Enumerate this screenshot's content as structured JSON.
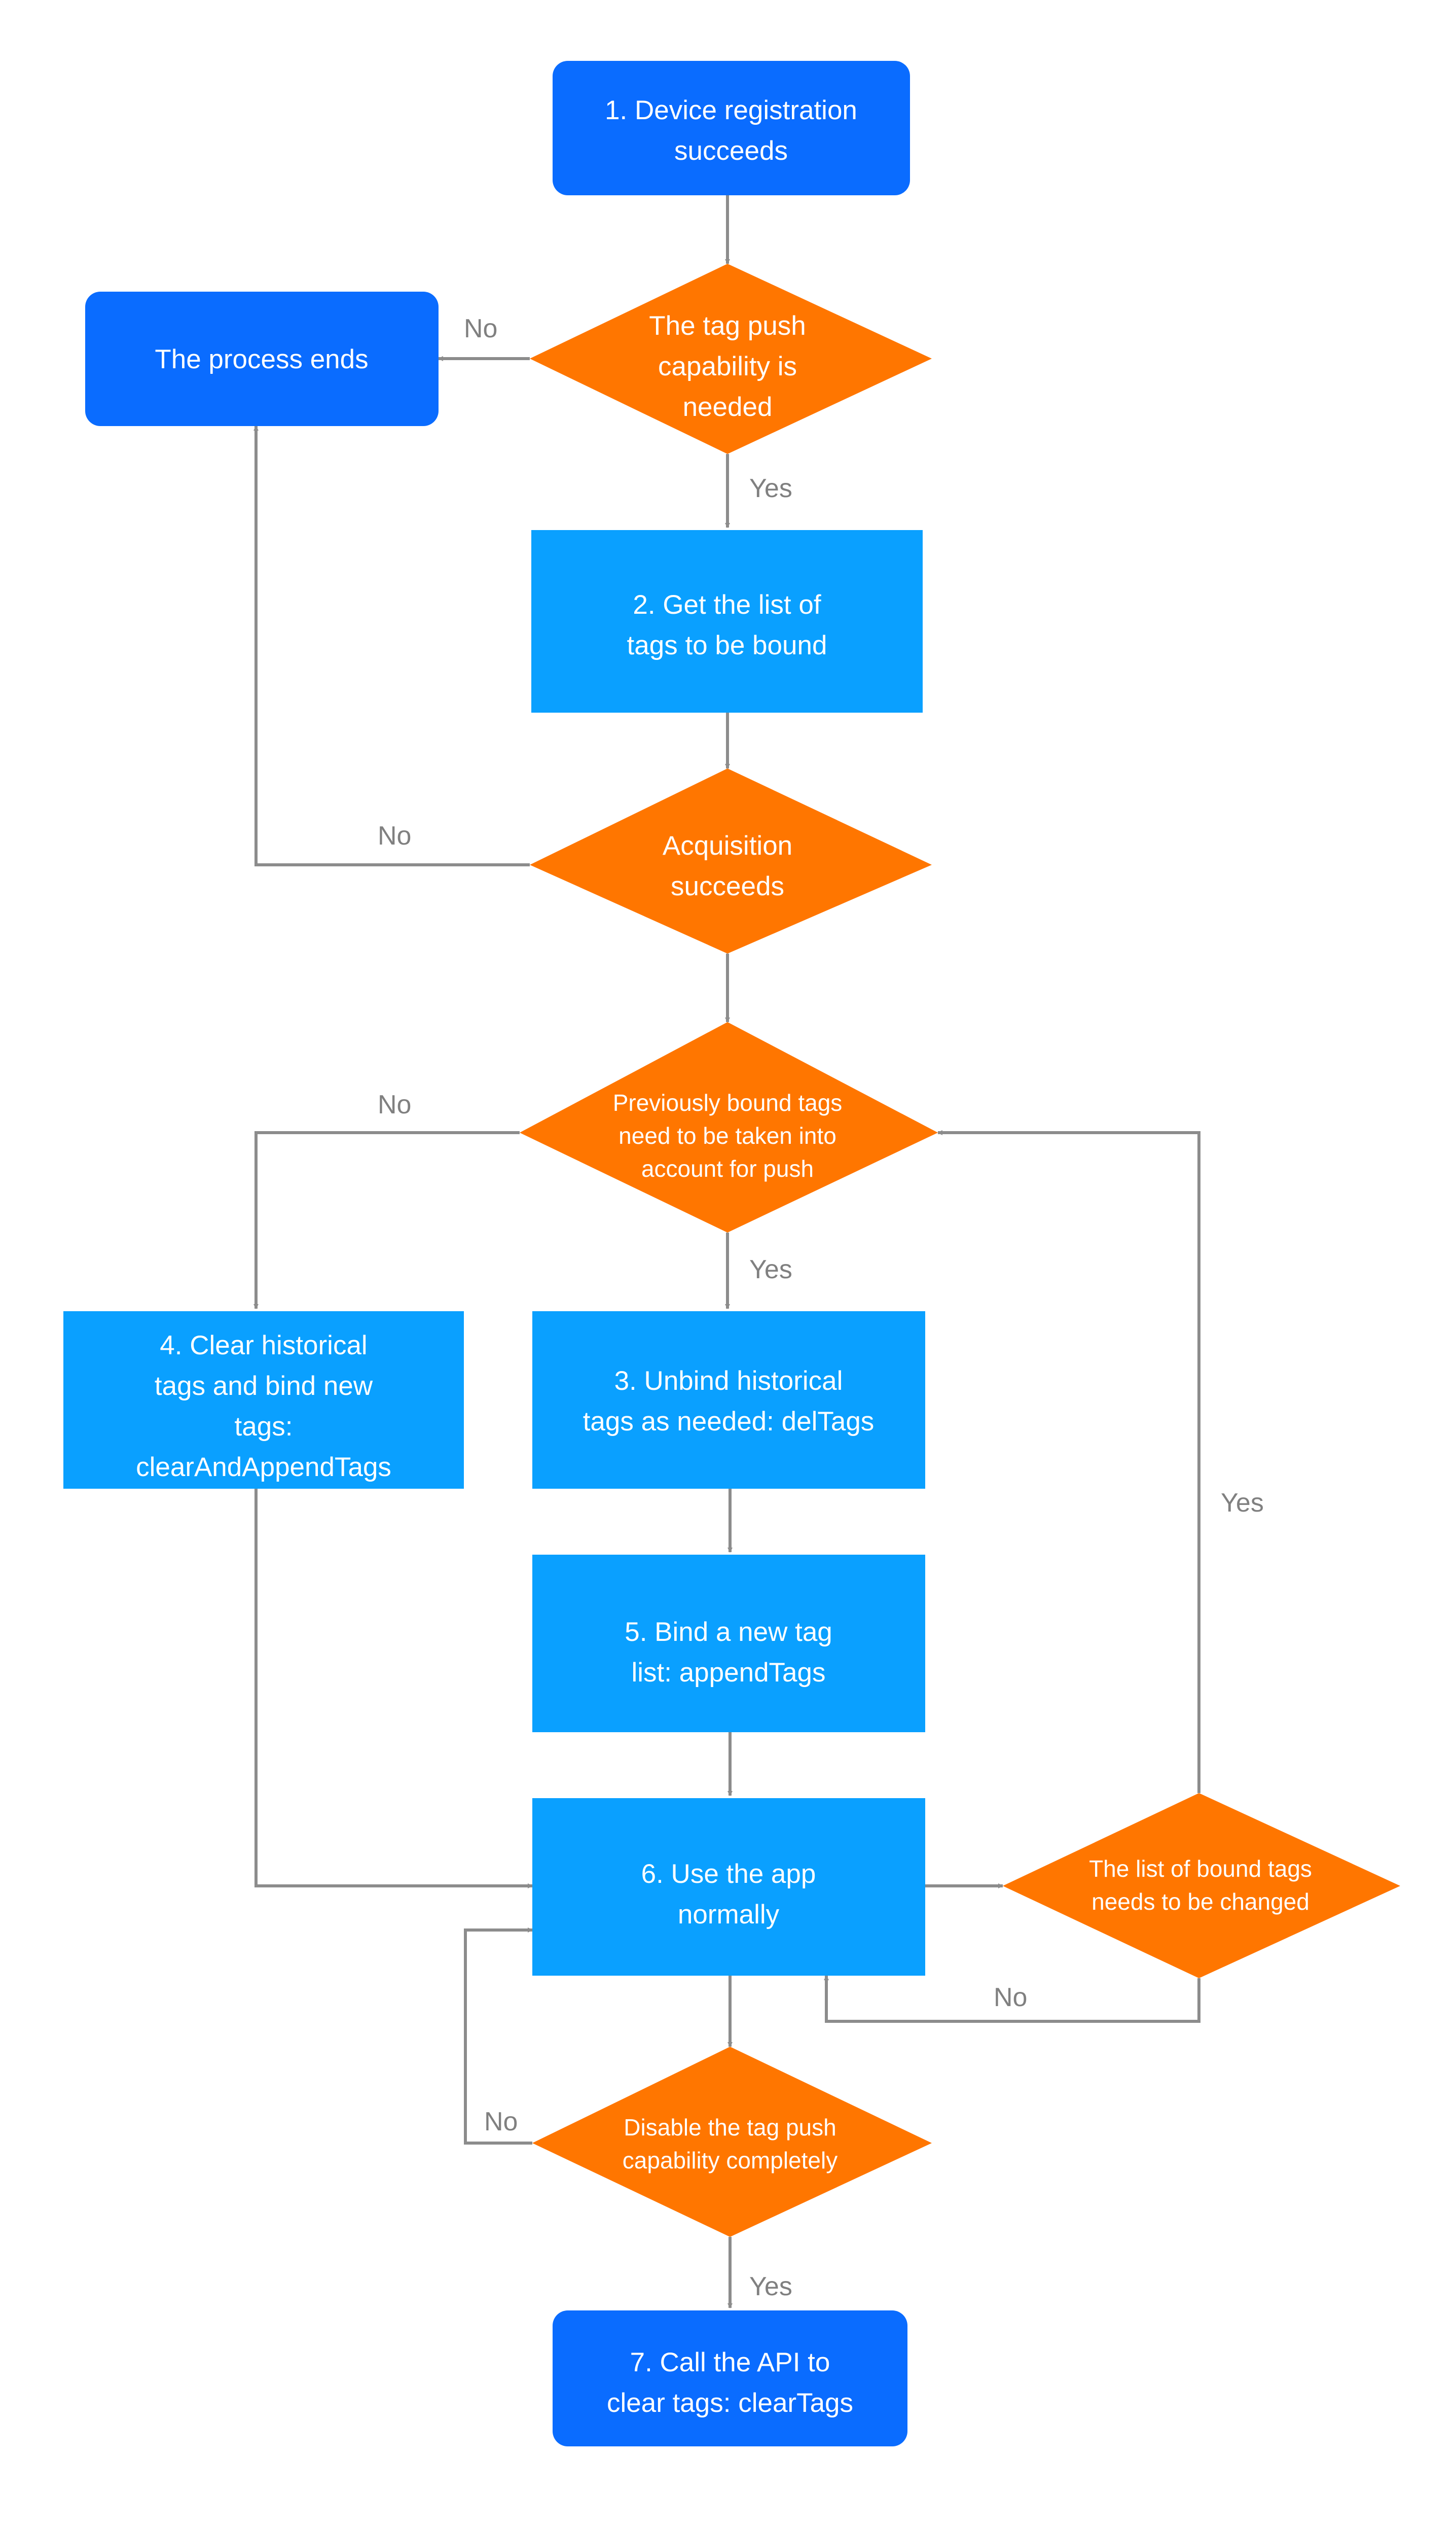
{
  "nodes": {
    "start": [
      "1. Device registration",
      "succeeds"
    ],
    "end_process": [
      "The process ends"
    ],
    "decision_need_tags": [
      "The tag push",
      "capability is",
      "needed"
    ],
    "get_list": [
      "2. Get the list of",
      "tags to be bound"
    ],
    "decision_acquisition": [
      "Acquisition",
      "succeeds"
    ],
    "decision_previous": [
      "Previously bound tags",
      "need to be taken into",
      "account for push"
    ],
    "clear_and_append": [
      "4. Clear historical",
      "tags and bind new",
      "tags:",
      "clearAndAppendTags"
    ],
    "unbind": [
      "3. Unbind historical",
      "tags as needed: delTags"
    ],
    "bind_new": [
      "5. Bind a new tag",
      "list: appendTags"
    ],
    "use_app": [
      "6. Use the app",
      "normally"
    ],
    "decision_changed": [
      "The list of bound tags",
      "needs to be changed"
    ],
    "decision_disable": [
      "Disable the tag push",
      "capability completely"
    ],
    "clear_tags": [
      "7. Call the API to",
      "clear tags: clearTags"
    ]
  },
  "edge_labels": {
    "need_tags_no": "No",
    "need_tags_yes": "Yes",
    "acquisition_no": "No",
    "previous_no": "No",
    "previous_yes": "Yes",
    "changed_yes": "Yes",
    "changed_no": "No",
    "disable_no": "No",
    "disable_yes": "Yes"
  },
  "colors": {
    "terminal": "#0a6cff",
    "process": "#0aa0ff",
    "decision": "#ff7600",
    "edge": "#8c8c8c",
    "label": "#808080"
  }
}
